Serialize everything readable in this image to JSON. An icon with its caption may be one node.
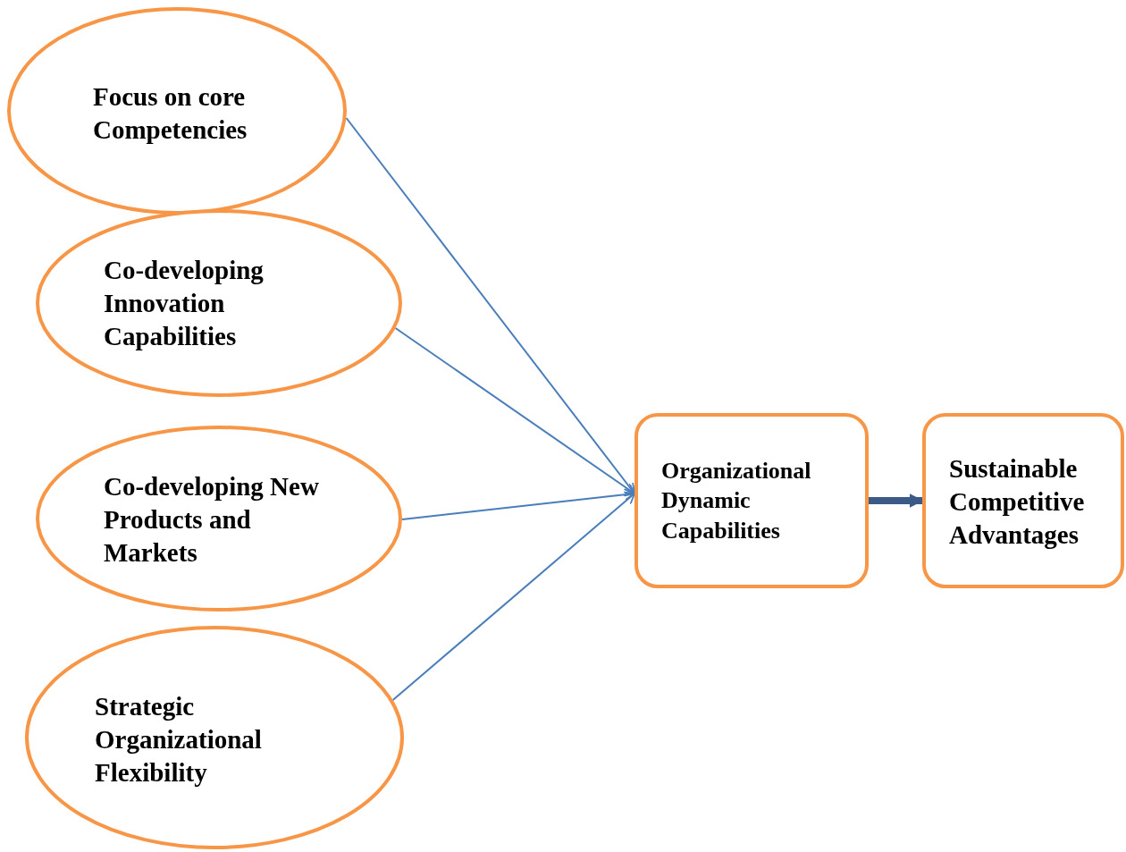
{
  "diagram": {
    "nodes": [
      {
        "text": [
          "Focus on core Competencies"
        ]
      },
      {
        "text": [
          "Co-developing Innovation Capabilities"
        ]
      },
      {
        "text": [
          "Co-developing New Products and Markets"
        ]
      },
      {
        "text": [
          "Strategic Organizational Flexibility"
        ]
      },
      {
        "text": [
          "Organizational Dynamic Capabilities"
        ]
      },
      {
        "text": [
          "Sustainable Competitive Advantages"
        ]
      }
    ],
    "edges": [
      {
        "from": 0,
        "to": 4,
        "arrow": "to"
      },
      {
        "from": 1,
        "to": 4,
        "arrow": "to"
      },
      {
        "from": 2,
        "to": 4,
        "arrow": "to"
      },
      {
        "from": 3,
        "to": 4,
        "arrow": "to"
      },
      {
        "from": 4,
        "to": 5,
        "arrow": "to",
        "style": "thick",
        "color": "#3b5a85"
      }
    ]
  }
}
